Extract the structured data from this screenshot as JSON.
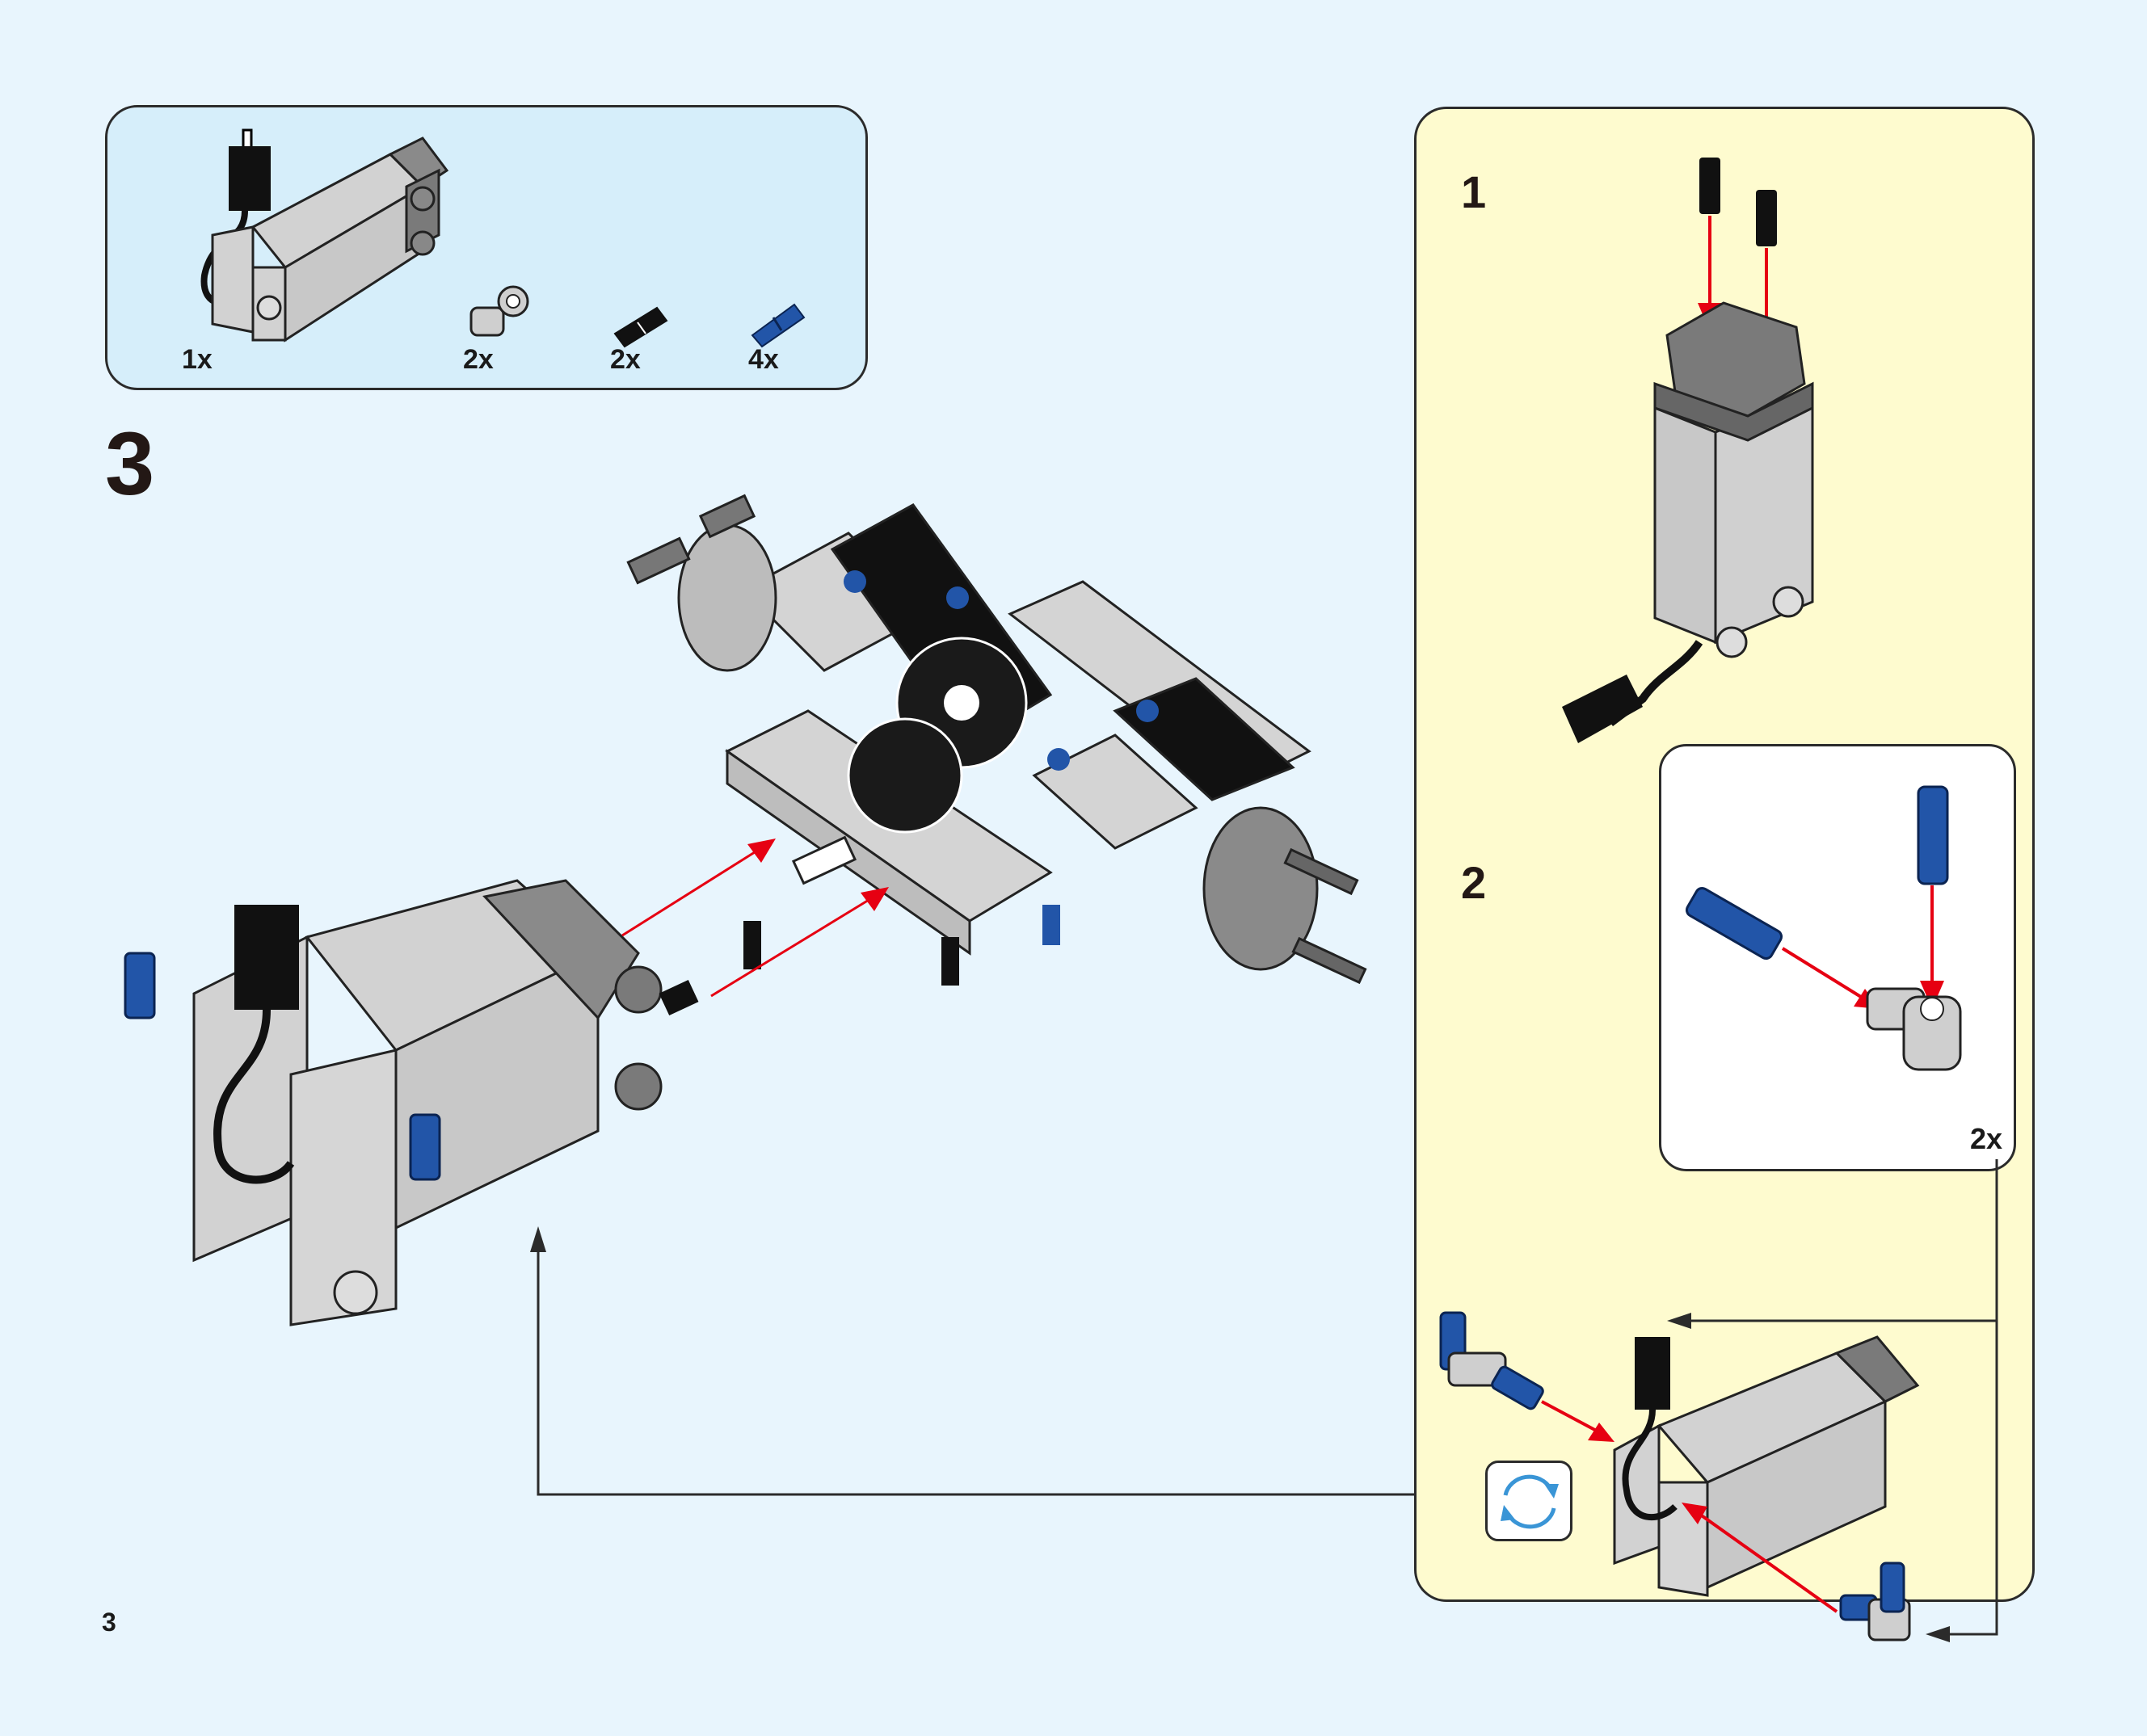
{
  "page": {
    "page_number": "3",
    "background_color": "#e8f5fd"
  },
  "parts_list": {
    "background_color": "#d6eefa",
    "items": [
      {
        "name": "motor",
        "icon": "motor-icon",
        "quantity": "1x"
      },
      {
        "name": "axle-connector-angled",
        "icon": "angle-connector-icon",
        "quantity": "2x",
        "color": "#c8c8c8"
      },
      {
        "name": "friction-pin-black",
        "icon": "black-pin-icon",
        "quantity": "2x",
        "color": "#111111"
      },
      {
        "name": "axle-pin-blue",
        "icon": "blue-pin-icon",
        "quantity": "4x",
        "color": "#2255a8"
      }
    ]
  },
  "main_step": {
    "number": "3",
    "arrow_color": "#e60012"
  },
  "sub_assembly": {
    "background_color": "#fefbcf",
    "steps": [
      {
        "number": "1"
      },
      {
        "number": "2",
        "multiplier": "2x"
      }
    ],
    "rotate_icon": "rotate-icon",
    "rotate_color": "#3a95d6"
  }
}
